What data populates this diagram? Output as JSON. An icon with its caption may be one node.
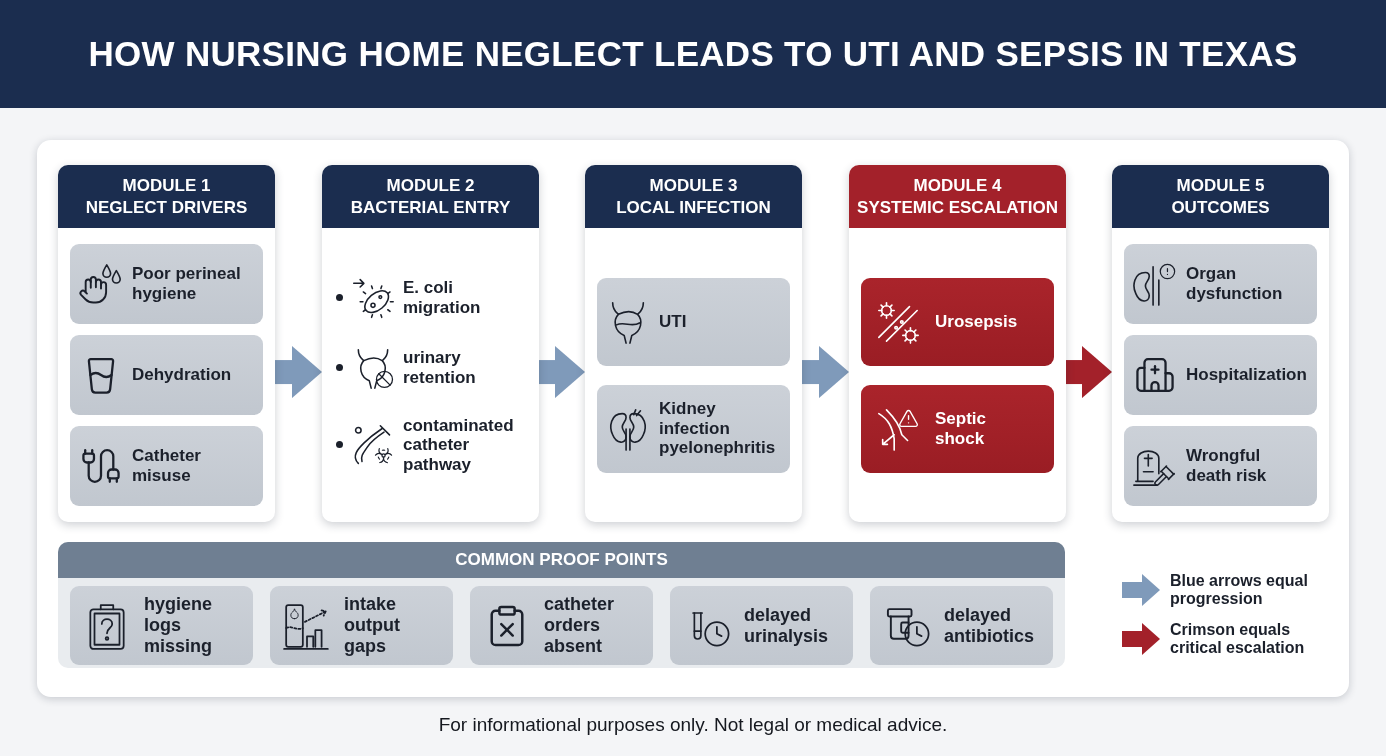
{
  "diagram": {
    "title": "HOW NURSING HOME NEGLECT LEADS TO UTI AND SEPSIS IN TEXAS",
    "caption": "For informational purposes only. Not legal or medical advice.",
    "nodes": [
      {
        "text": [
          "MODULE 1",
          "NEGLECT DRIVERS"
        ]
      },
      {
        "text": [
          "Poor perineal hygiene"
        ],
        "in": 0
      },
      {
        "text": [
          "Dehydration"
        ],
        "in": 0
      },
      {
        "text": [
          "Catheter misuse"
        ],
        "in": 0
      },
      {
        "text": [
          "MODULE 2",
          "BACTERIAL ENTRY",
          "E. coli migration",
          "urinary retention",
          "contaminated catheter pathway"
        ]
      },
      {
        "text": [
          "MODULE 3",
          "LOCAL INFECTION"
        ]
      },
      {
        "text": [
          "UTI"
        ],
        "in": 5
      },
      {
        "text": [
          "Kidney infection pyelonephritis"
        ],
        "in": 5
      },
      {
        "text": [
          "MODULE 4",
          "SYSTEMIC ESCALATION"
        ]
      },
      {
        "text": [
          "Urosepsis"
        ],
        "in": 8
      },
      {
        "text": [
          "Septic shock"
        ],
        "in": 8
      },
      {
        "text": [
          "MODULE 5",
          "OUTCOMES"
        ]
      },
      {
        "text": [
          "Organ dysfunction"
        ],
        "in": 11
      },
      {
        "text": [
          "Hospitalization"
        ],
        "in": 11
      },
      {
        "text": [
          "Wrongful death risk"
        ],
        "in": 11
      },
      {
        "text": [
          "COMMON PROOF POINTS"
        ]
      },
      {
        "text": [
          "hygiene logs missing"
        ],
        "in": 15
      },
      {
        "text": [
          "intake output gaps"
        ],
        "in": 15
      },
      {
        "text": [
          "catheter orders absent"
        ],
        "in": 15
      },
      {
        "text": [
          "delayed urinalysis"
        ],
        "in": 15
      },
      {
        "text": [
          "delayed antibiotics"
        ],
        "in": 15
      }
    ],
    "edges": [
      {
        "from": 0,
        "to": 4,
        "arrow": "to"
      },
      {
        "from": 4,
        "to": 5,
        "arrow": "to"
      },
      {
        "from": 5,
        "to": 8,
        "arrow": "to"
      },
      {
        "from": 8,
        "to": 11,
        "arrow": "to",
        "color": "#a3212a"
      }
    ],
    "legend": [
      {
        "text": "Blue arrows equal progression"
      },
      {
        "text": "Crimson equals critical escalation"
      }
    ]
  }
}
